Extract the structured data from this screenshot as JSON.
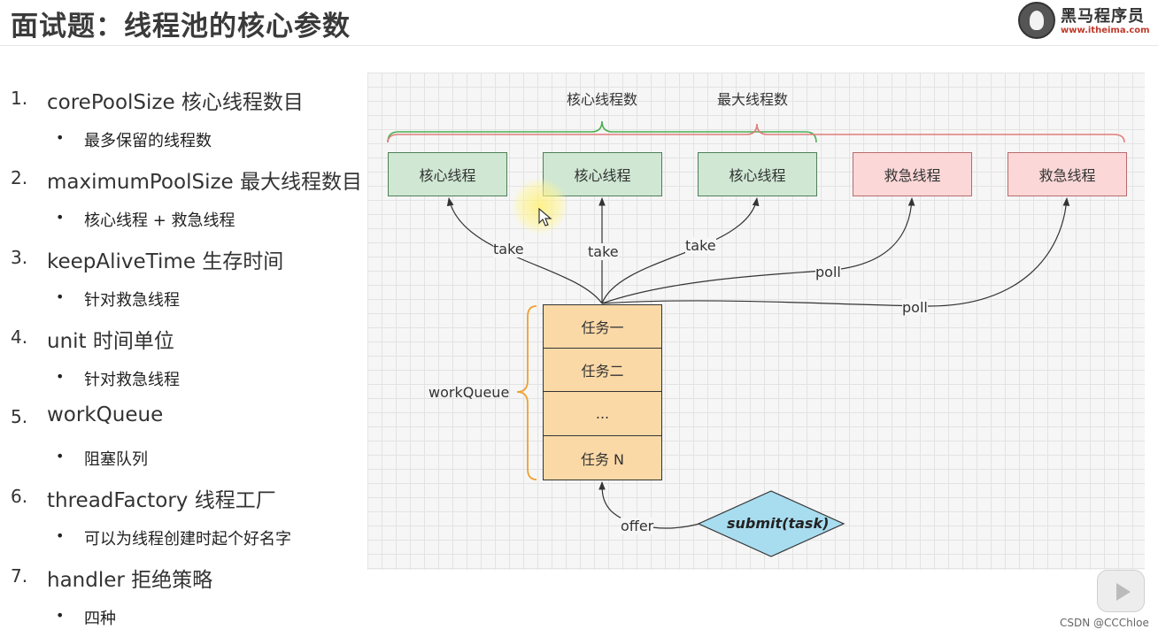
{
  "header": {
    "title": "面试题：线程池的核心参数",
    "logo_name": "黑马程序员",
    "logo_url": "www.itheima.com"
  },
  "params": [
    {
      "num": "1.",
      "text": "corePoolSize 核心线程数目",
      "sub": "最多保留的线程数"
    },
    {
      "num": "2.",
      "text": "maximumPoolSize 最大线程数目",
      "sub": "核心线程 + 救急线程"
    },
    {
      "num": "3.",
      "text": "keepAliveTime 生存时间",
      "sub": "针对救急线程"
    },
    {
      "num": "4.",
      "text": "unit 时间单位",
      "sub": "针对救急线程"
    },
    {
      "num": "5.",
      "text": "workQueue",
      "sub": "阻塞队列"
    },
    {
      "num": "6.",
      "text": "threadFactory 线程工厂",
      "sub": "可以为线程创建时起个好名字"
    },
    {
      "num": "7.",
      "text": "handler 拒绝策略",
      "sub": "四种"
    }
  ],
  "bullet": "•",
  "diagram": {
    "core_label": "核心线程数",
    "max_label": "最大线程数",
    "threads": [
      "核心线程",
      "核心线程",
      "核心线程",
      "救急线程",
      "救急线程"
    ],
    "queue_label": "workQueue",
    "tasks": [
      "任务一",
      "任务二",
      "...",
      "任务 N"
    ],
    "take": "take",
    "poll": "poll",
    "offer": "offer",
    "submit": "submit(task)"
  },
  "colors": {
    "core_fill": "#cfe7d3",
    "emergency_fill": "#fbd7d7",
    "task_fill": "#fbd9a7",
    "submit_fill": "#a8dcef",
    "core_brace": "#4caf50",
    "max_brace": "#e07b7b",
    "queue_brace": "#f0a030"
  },
  "watermark": "CSDN @CCChloe"
}
